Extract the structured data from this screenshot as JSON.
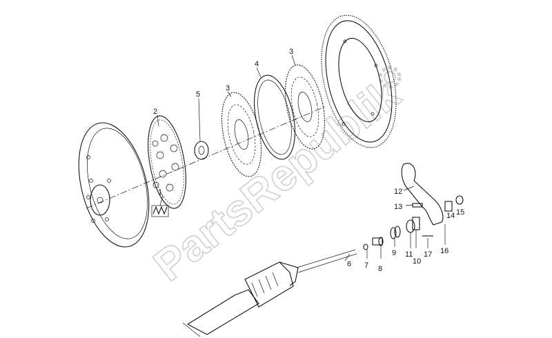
{
  "watermark": "PartsRepublik",
  "callouts": {
    "c1": "1",
    "c2": "2",
    "c3a": "3",
    "c3b": "3",
    "c4": "4",
    "c5": "5",
    "c6": "6",
    "c7": "7",
    "c8": "8",
    "c9": "9",
    "c10": "10",
    "c11": "11",
    "c12": "12",
    "c13": "13",
    "c14": "14",
    "c15": "15",
    "c16": "16",
    "c17": "17"
  },
  "icons": {
    "watermark_gear": "gear-icon"
  }
}
